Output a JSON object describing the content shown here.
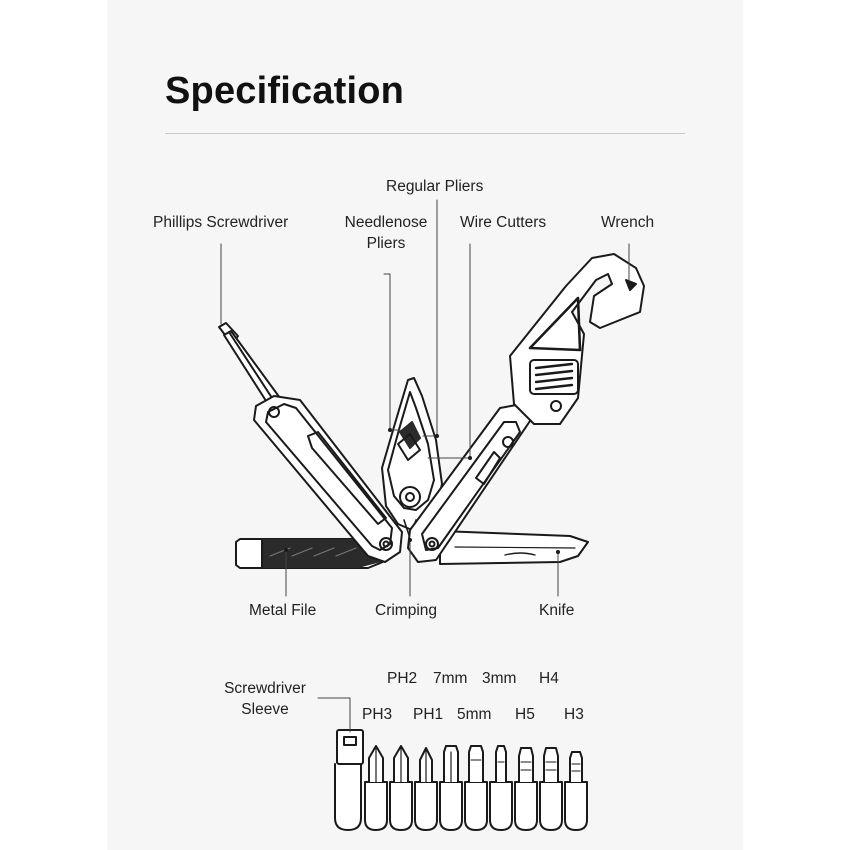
{
  "page_title": "Specification",
  "tool_labels": {
    "regular_pliers": "Regular Pliers",
    "phillips_screwdriver": "Phillips Screwdriver",
    "needlenose_pliers_1": "Needlenose",
    "needlenose_pliers_2": "Pliers",
    "wire_cutters": "Wire Cutters",
    "wrench": "Wrench",
    "metal_file": "Metal File",
    "crimping": "Crimping",
    "knife": "Knife"
  },
  "bit_labels": {
    "sleeve_1": "Screwdriver",
    "sleeve_2": "Sleeve",
    "ph3": "PH3",
    "ph2": "PH2",
    "ph1": "PH1",
    "mm7": "7mm",
    "mm5": "5mm",
    "mm3": "3mm",
    "h5": "H5",
    "h4": "H4",
    "h3": "H3"
  }
}
